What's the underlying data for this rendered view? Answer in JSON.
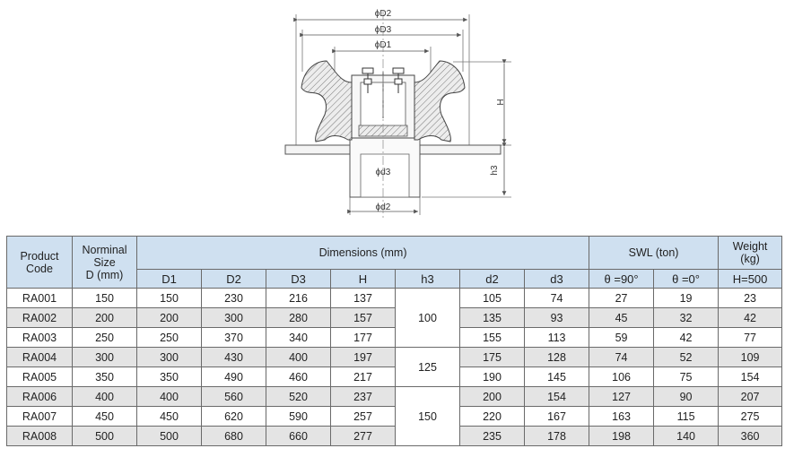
{
  "drawing": {
    "labels": {
      "D2": "ϕD2",
      "D3": "ϕD3",
      "D1": "ϕD1",
      "H": "H",
      "h3": "h3",
      "d3": "ϕd3",
      "d2": "ϕd2"
    }
  },
  "table": {
    "header": {
      "product_code": "Product Code",
      "nominal_line1": "Norminal",
      "nominal_line2": "Size",
      "nominal_line3": "D (mm)",
      "dimensions": "Dimensions (mm)",
      "swl": "SWL (ton)",
      "weight_line1": "Weight",
      "weight_line2": "(kg)",
      "sub": {
        "D1": "D1",
        "D2": "D2",
        "D3": "D3",
        "H": "H",
        "h3": "h3",
        "d2": "d2",
        "d3": "d3",
        "theta90": "θ =90°",
        "theta0": "θ =0°",
        "h500": "H=500"
      }
    },
    "h3_groups": [
      "100",
      "125",
      "150"
    ],
    "rows": [
      {
        "code": "RA001",
        "nominal": "150",
        "D1": "150",
        "D2": "230",
        "D3": "216",
        "H": "137",
        "d2": "105",
        "d3": "74",
        "swl90": "27",
        "swl0": "19",
        "weight": "23"
      },
      {
        "code": "RA002",
        "nominal": "200",
        "D1": "200",
        "D2": "300",
        "D3": "280",
        "H": "157",
        "d2": "135",
        "d3": "93",
        "swl90": "45",
        "swl0": "32",
        "weight": "42"
      },
      {
        "code": "RA003",
        "nominal": "250",
        "D1": "250",
        "D2": "370",
        "D3": "340",
        "H": "177",
        "d2": "155",
        "d3": "113",
        "swl90": "59",
        "swl0": "42",
        "weight": "77"
      },
      {
        "code": "RA004",
        "nominal": "300",
        "D1": "300",
        "D2": "430",
        "D3": "400",
        "H": "197",
        "d2": "175",
        "d3": "128",
        "swl90": "74",
        "swl0": "52",
        "weight": "109"
      },
      {
        "code": "RA005",
        "nominal": "350",
        "D1": "350",
        "D2": "490",
        "D3": "460",
        "H": "217",
        "d2": "190",
        "d3": "145",
        "swl90": "106",
        "swl0": "75",
        "weight": "154"
      },
      {
        "code": "RA006",
        "nominal": "400",
        "D1": "400",
        "D2": "560",
        "D3": "520",
        "H": "237",
        "d2": "200",
        "d3": "154",
        "swl90": "127",
        "swl0": "90",
        "weight": "207"
      },
      {
        "code": "RA007",
        "nominal": "450",
        "D1": "450",
        "D2": "620",
        "D3": "590",
        "H": "257",
        "d2": "220",
        "d3": "167",
        "swl90": "163",
        "swl0": "115",
        "weight": "275"
      },
      {
        "code": "RA008",
        "nominal": "500",
        "D1": "500",
        "D2": "680",
        "D3": "660",
        "H": "277",
        "d2": "235",
        "d3": "178",
        "swl90": "198",
        "swl0": "140",
        "weight": "360"
      }
    ]
  }
}
